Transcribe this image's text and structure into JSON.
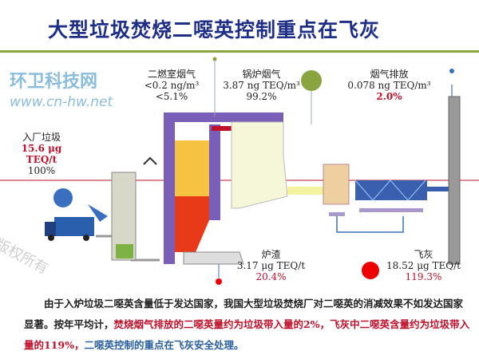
{
  "title": "大型垃圾焚烧二噁英控制重点在飞灰",
  "labels": {
    "input": {
      "name": "入厂垃圾",
      "value": "15.6 μg TEQ/t",
      "percent": "100%"
    },
    "secondary": {
      "name": "二燃室烟气",
      "value": "<0.2 ng/m³",
      "percent": "<5.1%"
    },
    "boiler": {
      "name": "锅炉烟气",
      "value": "3.87 ng TEQ/m³",
      "percent": "99.2%"
    },
    "stack": {
      "name": "烟气排放",
      "value": "0.078 ng TEQ/m³",
      "percent": "2.0%"
    },
    "slag": {
      "name": "炉渣",
      "value": "3.17 μg TEQ/t",
      "percent": "20.4%"
    },
    "flyash": {
      "name": "飞灰",
      "value": "18.52 μg TEQ/t",
      "percent": "119.3%"
    }
  },
  "paragraph": {
    "p1": "由于入炉垃圾二噁英含量低于发达国家，我国大型垃圾焚烧厂对二噁英的消减效果不如发达国家显著。按年平均计，",
    "p2": "焚烧烟气排放的二噁英量约为垃圾带入量的2%，飞灰中二噁英含量约为垃圾带入量的119%，",
    "p3": "二噁英控制的重点在飞灰安全处理。"
  },
  "watermarks": [
    "版权所有",
    "环卫科技网",
    "www.cn-hw.net"
  ],
  "colors": {
    "title": "#1f2f88",
    "accent": "#8aa440",
    "highlight": "#c0102a",
    "furnace": "#7a5fb8"
  }
}
